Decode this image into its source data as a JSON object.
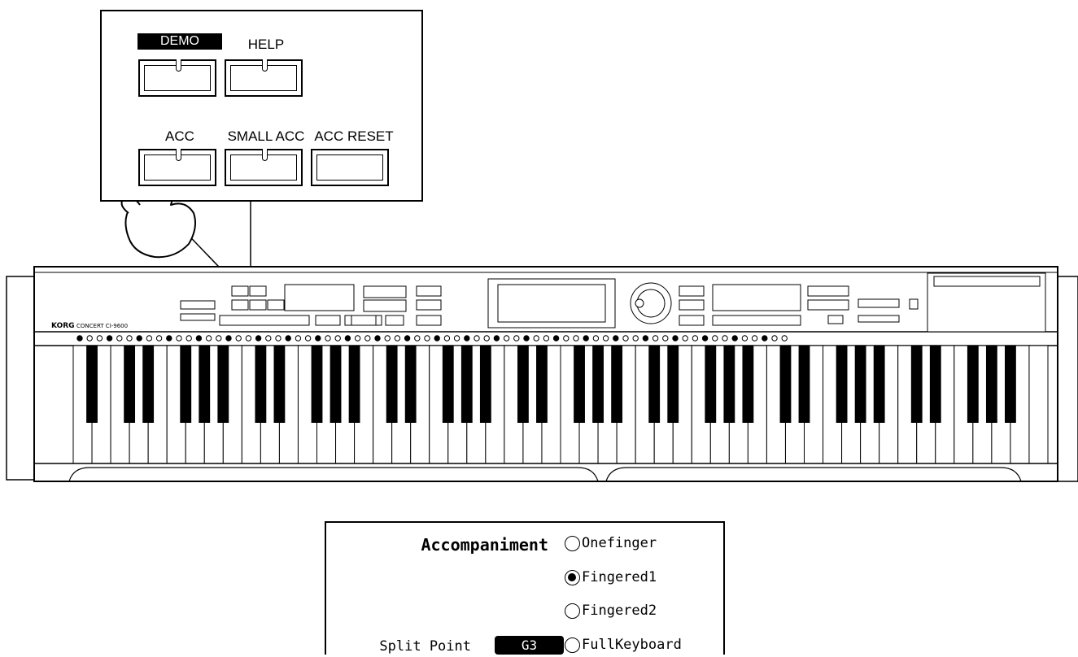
{
  "panel_buttons": {
    "demo_label": "DEMO",
    "help_label": "HELP",
    "acc_label": "ACC",
    "small_acc_label": "SMALL ACC",
    "acc_reset_label": "ACC RESET"
  },
  "instrument": {
    "brand": "KORG",
    "model": "CONCERT CI-9600"
  },
  "lcd": {
    "heading": "Accompaniment",
    "split_point_label": "Split Point",
    "split_point_value": "G3",
    "options": [
      {
        "label": "Onefinger",
        "selected": false
      },
      {
        "label": "Fingered1",
        "selected": true
      },
      {
        "label": "Fingered2",
        "selected": false
      },
      {
        "label": "FullKeyboard",
        "selected": false
      }
    ]
  }
}
